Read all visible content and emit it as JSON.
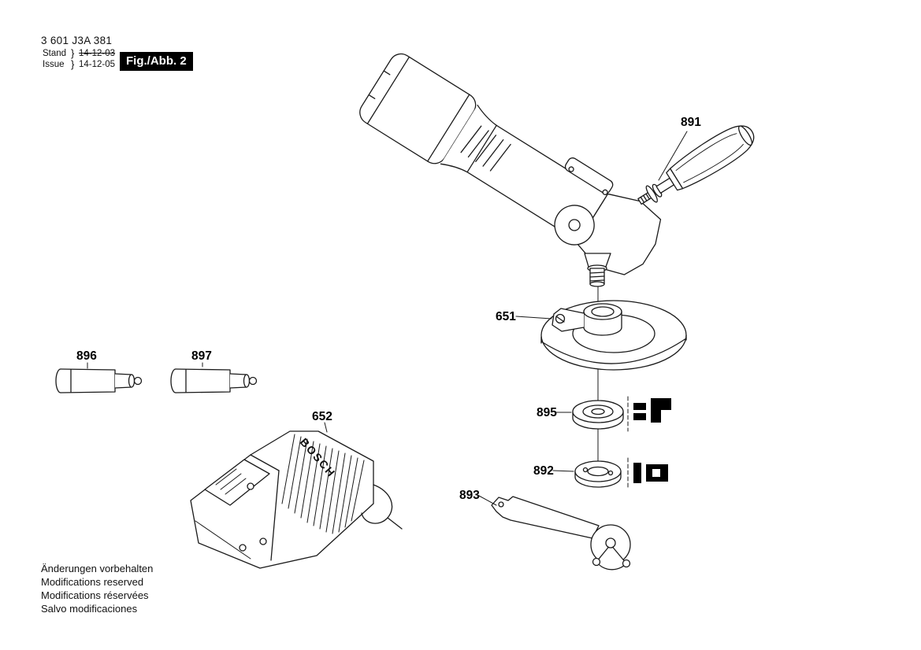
{
  "header": {
    "part_number": "3 601 J3A 381",
    "revision": {
      "stand_label": "Stand",
      "stand_date": "14-12-03",
      "issue_label": "Issue",
      "issue_date": "14-12-05",
      "brace": "}"
    },
    "figure_label": "Fig./Abb. 2"
  },
  "part_labels": {
    "handle": "891",
    "guard": "651",
    "sleeve_left": "896",
    "sleeve_right": "897",
    "charger": "652",
    "flange": "895",
    "clamp_nut": "892",
    "wrench": "893"
  },
  "charger": {
    "brand": "BOSCH"
  },
  "footer": {
    "lines": [
      "Änderungen vorbehalten",
      "Modifications reserved",
      "Modifications réservées",
      "Salvo modificaciones"
    ]
  }
}
